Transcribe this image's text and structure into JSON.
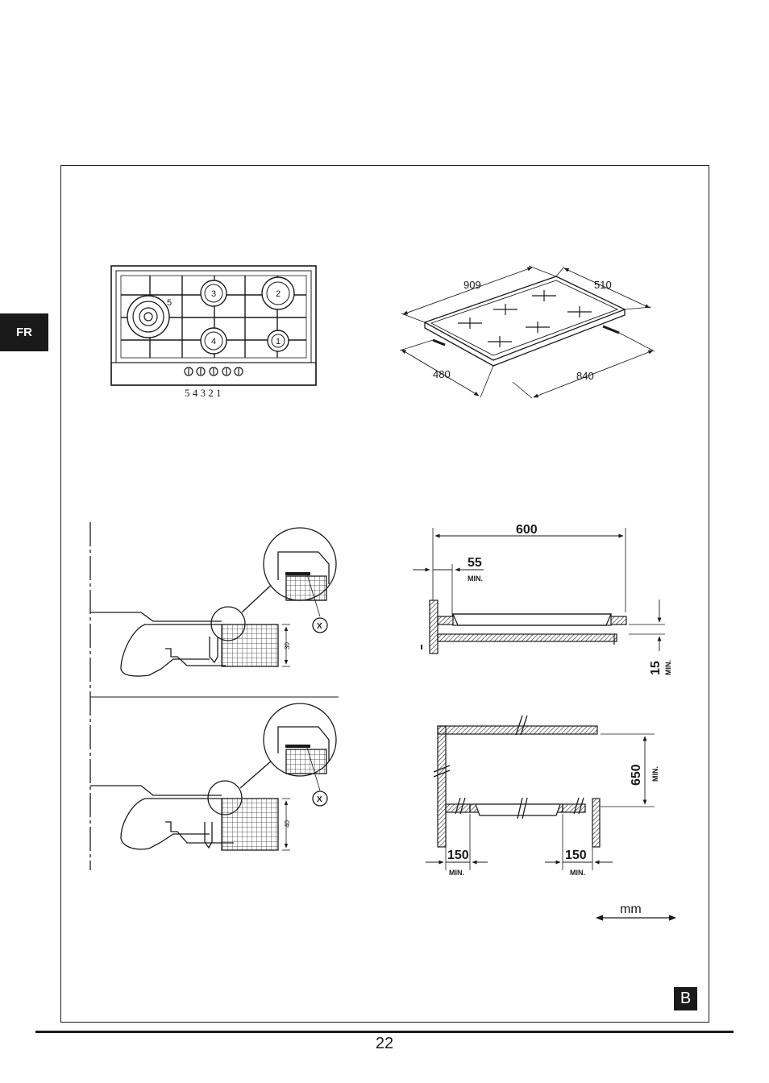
{
  "language_tab": "FR",
  "figure_badge": "B",
  "page_number": "22",
  "hob_top": {
    "burners": [
      "5",
      "3",
      "2",
      "4",
      "1"
    ],
    "knob_numbers": "5 4 3 2 1"
  },
  "hob_dims": {
    "width": "909",
    "depth": "510",
    "cut_depth": "480",
    "cut_width": "840"
  },
  "detail_marker": "X",
  "detail_heights": [
    "30",
    "40"
  ],
  "clearance_top": {
    "width": "600",
    "edge": "55",
    "edge_note": "MIN.",
    "gap": "15",
    "gap_note": "MIN."
  },
  "clearance_front": {
    "height": "650",
    "height_note": "MIN.",
    "left": "150",
    "left_note": "MIN.",
    "right": "150",
    "right_note": "MIN."
  },
  "units": "mm"
}
